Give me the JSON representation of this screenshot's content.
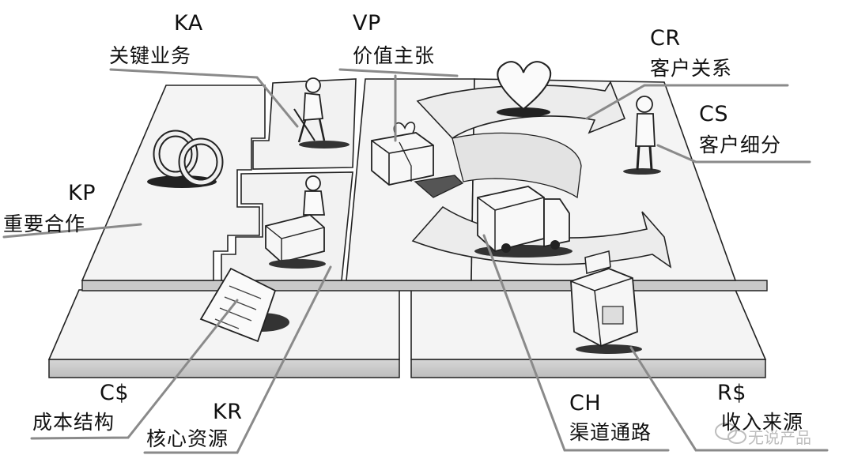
{
  "blocks": {
    "ka": {
      "code": "KA",
      "name": "关键业务"
    },
    "vp": {
      "code": "VP",
      "name": "价值主张"
    },
    "cr": {
      "code": "CR",
      "name": "客户关系"
    },
    "cs": {
      "code": "CS",
      "name": "客户细分"
    },
    "kp": {
      "code": "KP",
      "name": "重要合作"
    },
    "cost": {
      "code": "C$",
      "name": "成本结构"
    },
    "kr": {
      "code": "KR",
      "name": "核心资源"
    },
    "ch": {
      "code": "CH",
      "name": "渠道通路"
    },
    "rev": {
      "code": "R$",
      "name": "收入来源"
    }
  },
  "watermark": "无说产品",
  "colors": {
    "line": "#222222",
    "leader": "#8a8a8a",
    "surface": "#f3f3f3",
    "side": "#cfcfcf"
  }
}
